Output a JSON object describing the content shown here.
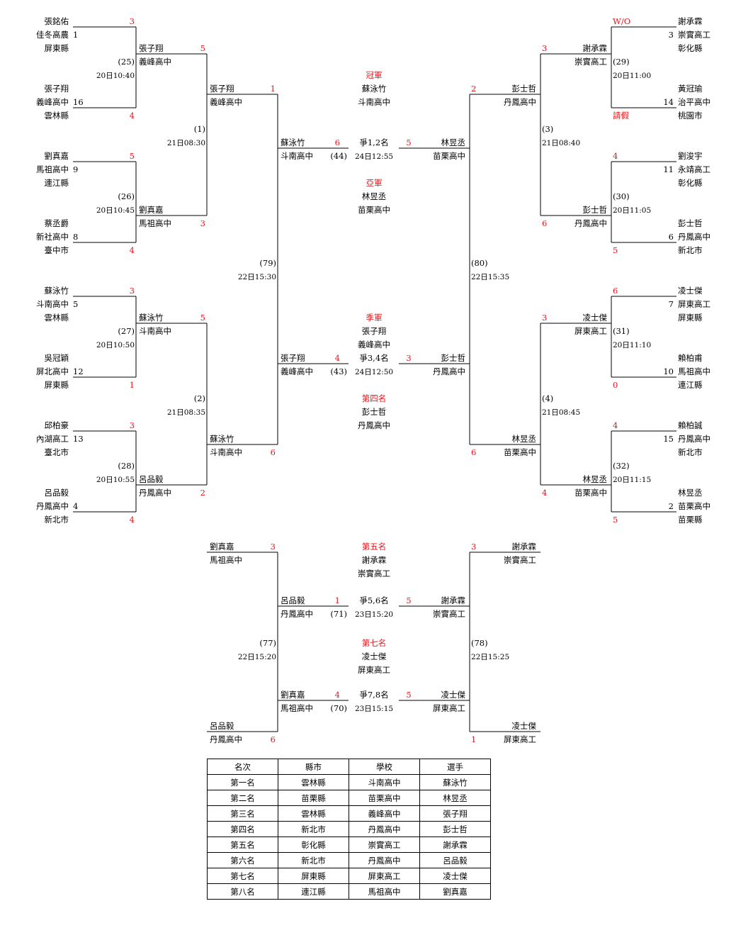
{
  "players": [
    {
      "id": "p1",
      "name": "張銘佑",
      "school": "佳冬高農",
      "seed": "1",
      "county": "屏東縣",
      "score": "3"
    },
    {
      "id": "p16",
      "name": "張子翔",
      "school": "義峰高中",
      "seed": "16",
      "county": "雲林縣",
      "score": "4"
    },
    {
      "id": "p9",
      "name": "劉真嘉",
      "school": "馬祖高中",
      "seed": "9",
      "county": "連江縣",
      "score": "5"
    },
    {
      "id": "p8",
      "name": "蔡丞爵",
      "school": "新社高中",
      "seed": "8",
      "county": "臺中市",
      "score": "4"
    },
    {
      "id": "p5",
      "name": "蘇泳竹",
      "school": "斗南高中",
      "seed": "5",
      "county": "雲林縣",
      "score": "3"
    },
    {
      "id": "p12",
      "name": "吳冠穎",
      "school": "屏北高中",
      "seed": "12",
      "county": "屏東縣",
      "score": "1"
    },
    {
      "id": "p13",
      "name": "邱柏豪",
      "school": "內湖高工",
      "seed": "13",
      "county": "臺北市",
      "score": "3"
    },
    {
      "id": "p4",
      "name": "呂品毅",
      "school": "丹鳳高中",
      "seed": "4",
      "county": "新北市",
      "score": "4"
    },
    {
      "id": "p3",
      "name": "謝承霖",
      "school": "崇實高工",
      "seed": "3",
      "county": "彰化縣",
      "score": "W/O"
    },
    {
      "id": "p14",
      "name": "黃冠瑜",
      "school": "治平高中",
      "seed": "14",
      "county": "桃園市",
      "score": "請假"
    },
    {
      "id": "p11",
      "name": "劉浚宇",
      "school": "永靖高工",
      "seed": "11",
      "county": "彰化縣",
      "score": "4"
    },
    {
      "id": "p6",
      "name": "彭士哲",
      "school": "丹鳳高中",
      "seed": "6",
      "county": "新北市",
      "score": "5"
    },
    {
      "id": "p7",
      "name": "凌士傑",
      "school": "屏東高工",
      "seed": "7",
      "county": "屏東縣",
      "score": "6"
    },
    {
      "id": "p10",
      "name": "賴柏甫",
      "school": "馬祖高中",
      "seed": "10",
      "county": "連江縣",
      "score": "0"
    },
    {
      "id": "p15",
      "name": "賴柏誠",
      "school": "丹鳳高中",
      "seed": "15",
      "county": "新北市",
      "score": "4"
    },
    {
      "id": "p2",
      "name": "林昱丞",
      "school": "苗栗高中",
      "seed": "2",
      "county": "苗栗縣",
      "score": "5"
    }
  ],
  "r1_matches": [
    {
      "id": "m25",
      "no": "(25)",
      "time": "20日10:40"
    },
    {
      "id": "m26",
      "no": "(26)",
      "time": "20日10:45"
    },
    {
      "id": "m27",
      "no": "(27)",
      "time": "20日10:50"
    },
    {
      "id": "m28",
      "no": "(28)",
      "time": "20日10:55"
    },
    {
      "id": "m29",
      "no": "(29)",
      "time": "20日11:00"
    },
    {
      "id": "m30",
      "no": "(30)",
      "time": "20日11:05"
    },
    {
      "id": "m31",
      "no": "(31)",
      "time": "20日11:10"
    },
    {
      "id": "m32",
      "no": "(32)",
      "time": "20日11:15"
    }
  ],
  "qf_entries": [
    {
      "id": "q1",
      "name": "張子翔",
      "school": "義峰高中",
      "score": "5"
    },
    {
      "id": "q2",
      "name": "劉真嘉",
      "school": "馬祖高中",
      "score": "3"
    },
    {
      "id": "q3",
      "name": "蘇泳竹",
      "school": "斗南高中",
      "score": "5"
    },
    {
      "id": "q4",
      "name": "呂品毅",
      "school": "丹鳳高中",
      "score": "2"
    },
    {
      "id": "q5",
      "name": "謝承霖",
      "school": "崇實高工",
      "score": "3"
    },
    {
      "id": "q6",
      "name": "彭士哲",
      "school": "丹鳳高中",
      "score": "6"
    },
    {
      "id": "q7",
      "name": "凌士傑",
      "school": "屏東高工",
      "score": "3"
    },
    {
      "id": "q8",
      "name": "林昱丞",
      "school": "苗栗高中",
      "score": "4"
    }
  ],
  "qf_matches": [
    {
      "id": "m1",
      "no": "(1)",
      "time": "21日08:30"
    },
    {
      "id": "m2",
      "no": "(2)",
      "time": "21日08:35"
    },
    {
      "id": "m3",
      "no": "(3)",
      "time": "21日08:40"
    },
    {
      "id": "m4",
      "no": "(4)",
      "time": "21日08:45"
    }
  ],
  "sf_entries": [
    {
      "id": "s1",
      "name": "張子翔",
      "school": "義峰高中",
      "score": "1"
    },
    {
      "id": "s2",
      "name": "蘇泳竹",
      "school": "斗南高中",
      "score": "6"
    },
    {
      "id": "s3",
      "name": "彭士哲",
      "school": "丹鳳高中",
      "score": "2"
    },
    {
      "id": "s4",
      "name": "林昱丞",
      "school": "苗栗高中",
      "score": "6"
    }
  ],
  "sf_matches": [
    {
      "id": "m79",
      "no": "(79)",
      "time": "22日15:30"
    },
    {
      "id": "m80",
      "no": "(80)",
      "time": "22日15:35"
    }
  ],
  "finals": [
    {
      "id": "f12",
      "left_name": "蘇泳竹",
      "left_school": "斗南高中",
      "left_score": "6",
      "no": "(44)",
      "title": "爭1,2名",
      "time": "24日12:55",
      "right_score": "5",
      "right_name": "林昱丞",
      "right_school": "苗栗高中"
    },
    {
      "id": "f34",
      "left_name": "張子翔",
      "left_school": "義峰高中",
      "left_score": "4",
      "no": "(43)",
      "title": "爭3,4名",
      "time": "24日12:50",
      "right_score": "3",
      "right_name": "彭士哲",
      "right_school": "丹鳳高中"
    },
    {
      "id": "f56",
      "left_name": "呂品毅",
      "left_school": "丹鳳高中",
      "left_score": "1",
      "no": "(71)",
      "title": "爭5,6名",
      "time": "23日15:20",
      "right_score": "5",
      "right_name": "謝承霖",
      "right_school": "崇實高工"
    },
    {
      "id": "f78",
      "left_name": "劉真嘉",
      "left_school": "馬祖高中",
      "left_score": "4",
      "no": "(70)",
      "title": "爭7,8名",
      "time": "23日15:15",
      "right_score": "5",
      "right_name": "凌士傑",
      "right_school": "屏東高工"
    }
  ],
  "placings": [
    {
      "id": "champion",
      "title": "冠軍",
      "name": "蘇泳竹",
      "school": "斗南高中"
    },
    {
      "id": "runner-up",
      "title": "亞軍",
      "name": "林昱丞",
      "school": "苗栗高中"
    },
    {
      "id": "third",
      "title": "季軍",
      "name": "張子翔",
      "school": "義峰高中"
    },
    {
      "id": "fourth",
      "title": "第四名",
      "name": "彭士哲",
      "school": "丹鳳高中"
    },
    {
      "id": "fifth",
      "title": "第五名",
      "name": "謝承霖",
      "school": "崇實高工"
    },
    {
      "id": "seventh",
      "title": "第七名",
      "name": "凌士傑",
      "school": "屏東高工"
    }
  ],
  "cons_entries": [
    {
      "id": "c1",
      "name": "劉真嘉",
      "school": "馬祖高中",
      "score": "3"
    },
    {
      "id": "c2",
      "name": "呂品毅",
      "school": "丹鳳高中",
      "score": "6"
    },
    {
      "id": "c3",
      "name": "謝承霖",
      "school": "崇實高工",
      "score": "3"
    },
    {
      "id": "c4",
      "name": "凌士傑",
      "school": "屏東高工",
      "score": "1"
    }
  ],
  "cons_matches": [
    {
      "id": "m77",
      "no": "(77)",
      "time": "22日15:20"
    },
    {
      "id": "m78",
      "no": "(78)",
      "time": "22日15:25"
    }
  ],
  "results_table": {
    "headers": [
      "名次",
      "縣市",
      "學校",
      "選手"
    ],
    "rows": [
      [
        "第一名",
        "雲林縣",
        "斗南高中",
        "蘇泳竹"
      ],
      [
        "第二名",
        "苗栗縣",
        "苗栗高中",
        "林昱丞"
      ],
      [
        "第三名",
        "雲林縣",
        "義峰高中",
        "張子翔"
      ],
      [
        "第四名",
        "新北市",
        "丹鳳高中",
        "彭士哲"
      ],
      [
        "第五名",
        "彰化縣",
        "崇實高工",
        "謝承霖"
      ],
      [
        "第六名",
        "新北市",
        "丹鳳高中",
        "呂品毅"
      ],
      [
        "第七名",
        "屏東縣",
        "屏東高工",
        "凌士傑"
      ],
      [
        "第八名",
        "連江縣",
        "馬祖高中",
        "劉真嘉"
      ]
    ]
  }
}
